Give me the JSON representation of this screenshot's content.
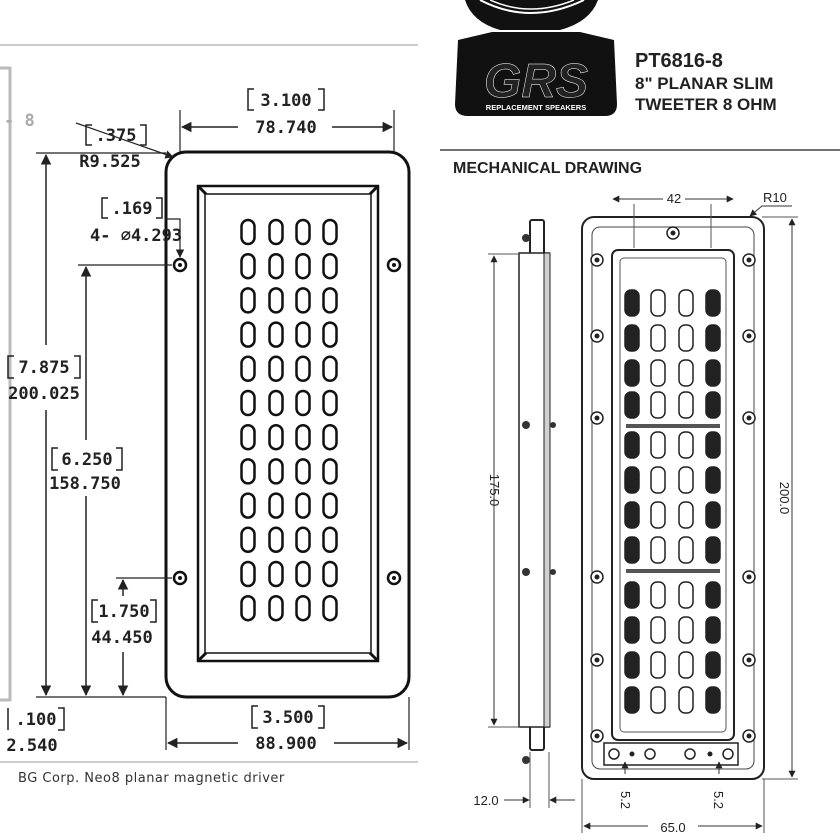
{
  "left_drawing": {
    "partial_label": "- 8",
    "width_top": {
      "inch": "3.100",
      "mm": "78.740"
    },
    "corner_radius": {
      "inch": ".375",
      "mm": "R9.525"
    },
    "holes": {
      "inch": ".169",
      "mm": "4- ∅4.293"
    },
    "height_total": {
      "inch": "7.875",
      "mm": "200.025"
    },
    "hole_spacing": {
      "inch": "6.250",
      "mm": "158.750"
    },
    "hole_offset": {
      "inch": "1.750",
      "mm": "44.450"
    },
    "edge_offset": {
      "inch": ".100",
      "mm": "2.540"
    },
    "width_bottom": {
      "inch": "3.500",
      "mm": "88.900"
    },
    "caption": "BG  Corp. Neo8 planar magnetic driver"
  },
  "right_drawing": {
    "logo_text": "GRS",
    "logo_subtext": "REPLACEMENT SPEAKERS",
    "model": "PT6816-8",
    "desc_line1": "8\" PLANAR SLIM",
    "desc_line2": "TWEETER 8 OHM",
    "section_title": "MECHANICAL DRAWING",
    "dim_width_top": "42",
    "dim_radius": "R10",
    "dim_height_inner": "175.0",
    "dim_height_total": "200.0",
    "dim_depth": "12.0",
    "dim_terminal_left": "5.2",
    "dim_terminal_right": "5.2",
    "dim_width_bottom": "65.0"
  }
}
